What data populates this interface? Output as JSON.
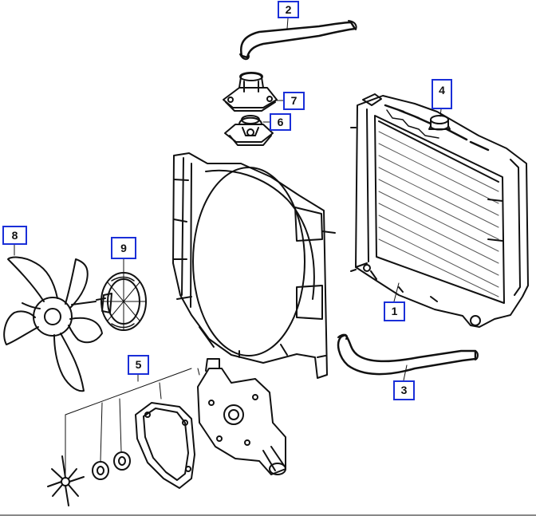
{
  "callouts": {
    "c1": "1",
    "c2": "2",
    "c3": "3",
    "c4": "4",
    "c5": "5",
    "c6": "6",
    "c7": "7",
    "c8": "8",
    "c9": "9"
  },
  "colors": {
    "ink": "#111111",
    "callout_border": "#1a2fd8",
    "background": "#ffffff"
  },
  "parts_icons": [
    "radiator",
    "upper-hose",
    "lower-hose",
    "radiator-cap",
    "water-pump-kit",
    "thermostat",
    "thermostat-housing",
    "fan-blade",
    "fan-clutch"
  ]
}
